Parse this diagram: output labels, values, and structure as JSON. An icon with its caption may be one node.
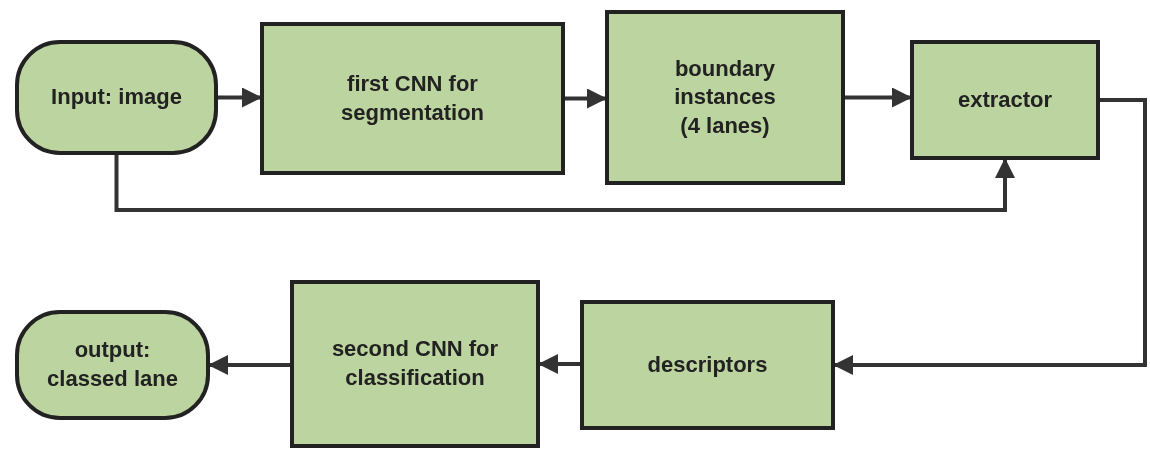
{
  "diagram": {
    "nodes": [
      {
        "text": [
          "Input: image"
        ]
      },
      {
        "text": [
          "first CNN for segmentation"
        ]
      },
      {
        "text": [
          "boundary instances (4 lanes)"
        ]
      },
      {
        "text": [
          "extractor"
        ]
      },
      {
        "text": [
          "output: classed lane"
        ]
      },
      {
        "text": [
          "second CNN for classification"
        ]
      },
      {
        "text": [
          "descriptors"
        ]
      }
    ],
    "edges": [
      {
        "from": 0,
        "to": 1,
        "arrow": "to"
      },
      {
        "from": 1,
        "to": 2,
        "arrow": "to"
      },
      {
        "from": 2,
        "to": 3,
        "arrow": "to"
      },
      {
        "from": 0,
        "to": 3,
        "arrow": "to"
      },
      {
        "from": 3,
        "to": 6,
        "arrow": "to"
      },
      {
        "from": 6,
        "to": 5,
        "arrow": "to"
      },
      {
        "from": 5,
        "to": 4,
        "arrow": "to"
      }
    ]
  }
}
